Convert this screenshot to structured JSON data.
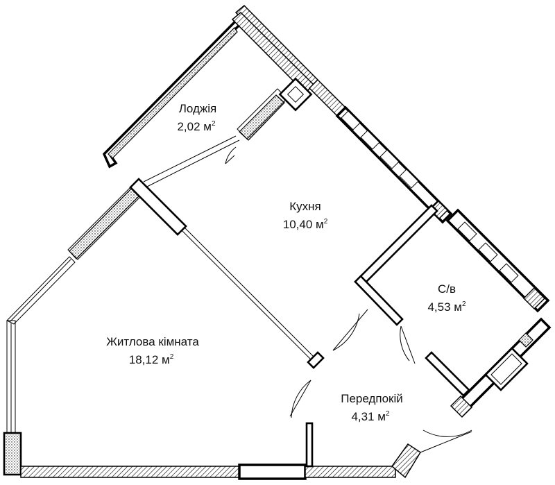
{
  "rooms": [
    {
      "id": "loggia",
      "name": "Лоджія",
      "area": "2,02 м",
      "unit_sup": "2"
    },
    {
      "id": "kitchen",
      "name": "Кухня",
      "area": "10,40 м",
      "unit_sup": "2"
    },
    {
      "id": "bathroom",
      "name": "С/в",
      "area": "4,53 м",
      "unit_sup": "2"
    },
    {
      "id": "living",
      "name": "Житлова кімната",
      "area": "18,12 м",
      "unit_sup": "2"
    },
    {
      "id": "hallway",
      "name": "Передпокій",
      "area": "4,31 м",
      "unit_sup": "2"
    }
  ]
}
